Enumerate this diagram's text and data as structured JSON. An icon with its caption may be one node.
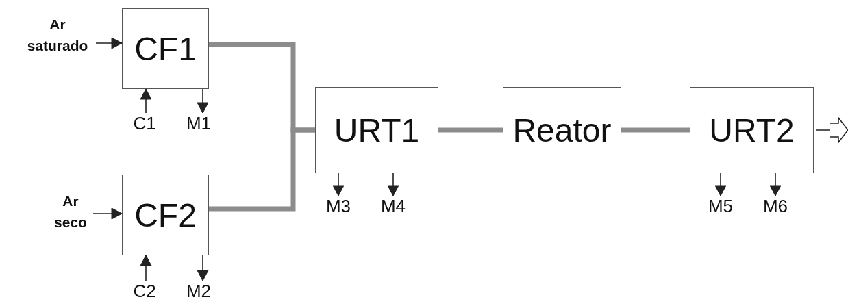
{
  "diagram": {
    "nodes": [
      {
        "text": [
          "CF1"
        ]
      },
      {
        "text": [
          "CF2"
        ]
      },
      {
        "text": [
          "URT1"
        ]
      },
      {
        "text": [
          "Reator"
        ]
      },
      {
        "text": [
          "URT2"
        ]
      },
      {
        "text": [
          "Ar saturado"
        ]
      },
      {
        "text": [
          "Ar seco"
        ]
      },
      {
        "text": [
          "C1"
        ]
      },
      {
        "text": [
          "M1"
        ]
      },
      {
        "text": [
          "C2"
        ]
      },
      {
        "text": [
          "M2"
        ]
      },
      {
        "text": [
          "M3"
        ]
      },
      {
        "text": [
          "M4"
        ]
      },
      {
        "text": [
          "M5"
        ]
      },
      {
        "text": [
          "M6"
        ]
      }
    ],
    "edges": [
      {
        "from": 5,
        "to": 0,
        "arrow": "to"
      },
      {
        "from": 6,
        "to": 1,
        "arrow": "to"
      },
      {
        "from": 7,
        "to": 0,
        "arrow": "to"
      },
      {
        "from": 0,
        "to": 8,
        "arrow": "to"
      },
      {
        "from": 9,
        "to": 1,
        "arrow": "to"
      },
      {
        "from": 1,
        "to": 10,
        "arrow": "to"
      },
      {
        "from": 0,
        "to": 2,
        "arrow": "none",
        "style": "thick",
        "color": "#8c8c8c"
      },
      {
        "from": 1,
        "to": 2,
        "arrow": "none",
        "style": "thick",
        "color": "#8c8c8c"
      },
      {
        "from": 2,
        "to": 3,
        "arrow": "none",
        "style": "thick",
        "color": "#8c8c8c"
      },
      {
        "from": 3,
        "to": 4,
        "arrow": "none",
        "style": "thick",
        "color": "#8c8c8c"
      },
      {
        "from": 2,
        "to": 11,
        "arrow": "to"
      },
      {
        "from": 2,
        "to": 12,
        "arrow": "to"
      },
      {
        "from": 4,
        "to": 13,
        "arrow": "to"
      },
      {
        "from": 4,
        "to": 14,
        "arrow": "to"
      },
      {
        "from": 4,
        "to": null,
        "arrow": "to"
      }
    ]
  }
}
